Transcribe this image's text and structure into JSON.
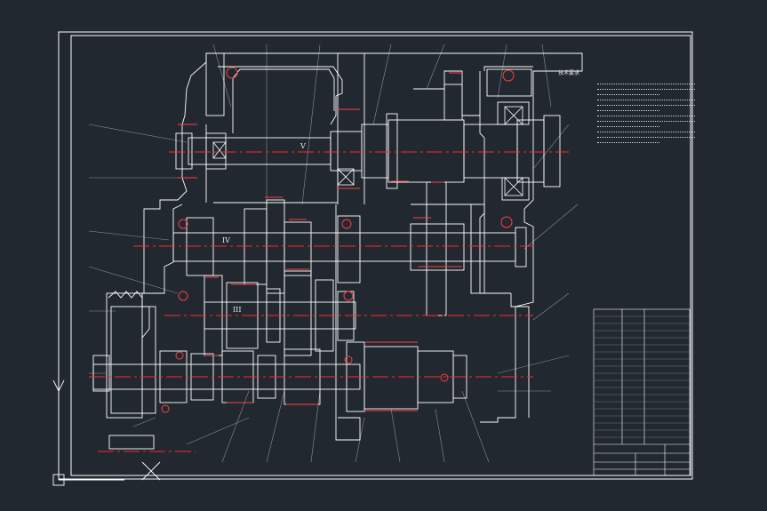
{
  "drawing": {
    "technical_requirements_title": "技术要求",
    "shaft_labels": [
      "V",
      "IV",
      "III"
    ],
    "title_block": {
      "label": "title-block"
    },
    "colors": {
      "background": "#212830",
      "outline": "#ffffff",
      "centerline": "#ff2a2a",
      "leader": "#9aa0a6"
    }
  }
}
